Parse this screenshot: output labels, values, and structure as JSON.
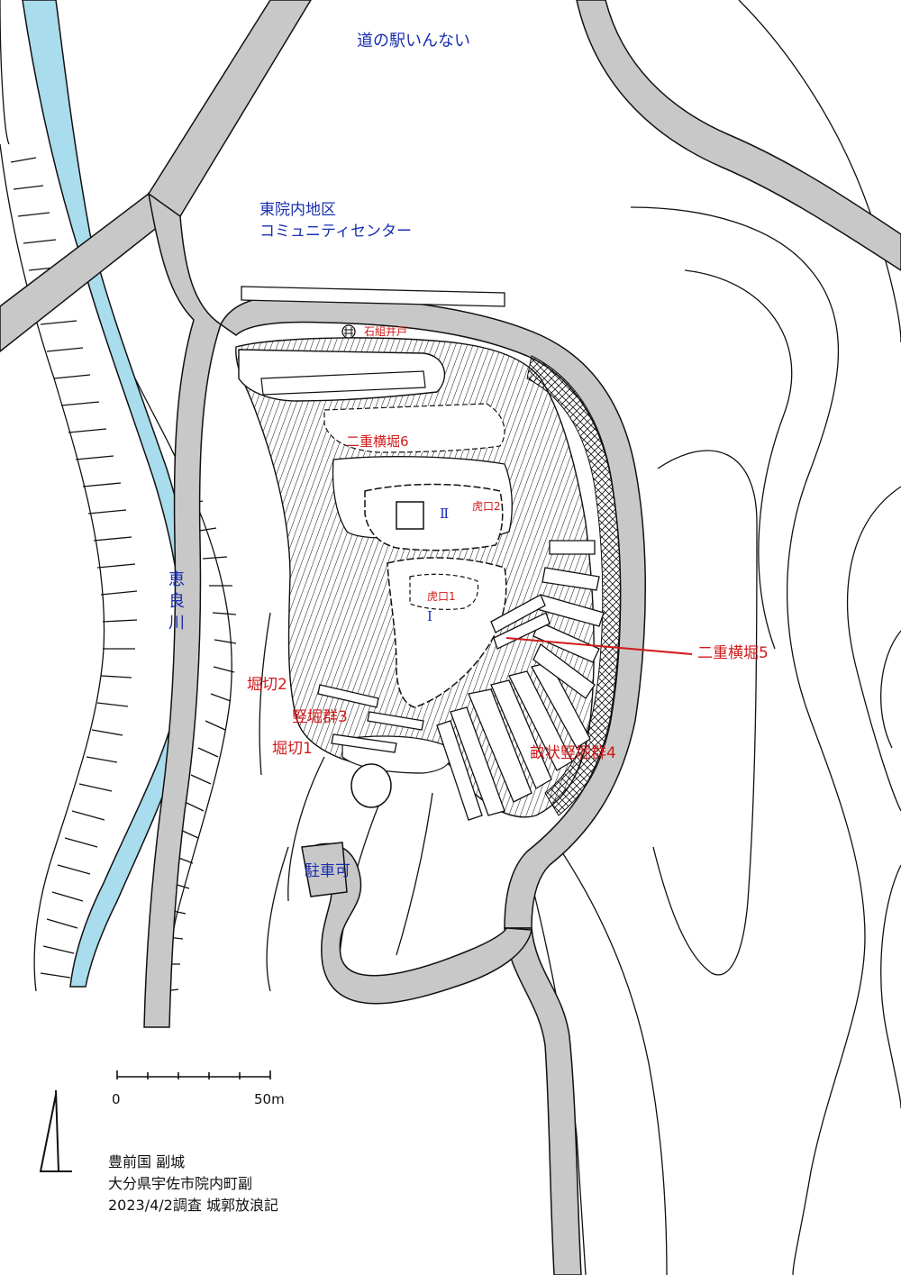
{
  "map": {
    "labels": {
      "michinoeki": "道の駅いんない",
      "community_1": "東院内地区",
      "community_2": "コミュニティセンター",
      "river": "恵良川",
      "parking": "駐車可",
      "kuruwa_1": "Ⅰ",
      "kuruwa_2": "Ⅱ",
      "well": "石組井戸",
      "double_trench_6": "二重横堀6",
      "koguchi_2": "虎口2",
      "koguchi_1": "虎口1",
      "double_trench_5": "二重横堀5",
      "horikiri_2": "堀切2",
      "tatebori_3": "竪堀群3",
      "horikiri_1": "堀切1",
      "unejo_4": "畝状竪堀群4"
    },
    "scale": {
      "zero": "0",
      "max": "50m"
    },
    "info": {
      "line1": "豊前国 副城",
      "line2": "大分県宇佐市院内町副",
      "line3": "2023/4/2調査 城郭放浪記"
    },
    "colors": {
      "road": "#c8c8c8",
      "river": "#a9dced",
      "label_blue": "#1a2fb0",
      "label_red": "#d21a1a"
    },
    "icons": {
      "north": "north-arrow-icon",
      "well": "well-icon"
    }
  }
}
